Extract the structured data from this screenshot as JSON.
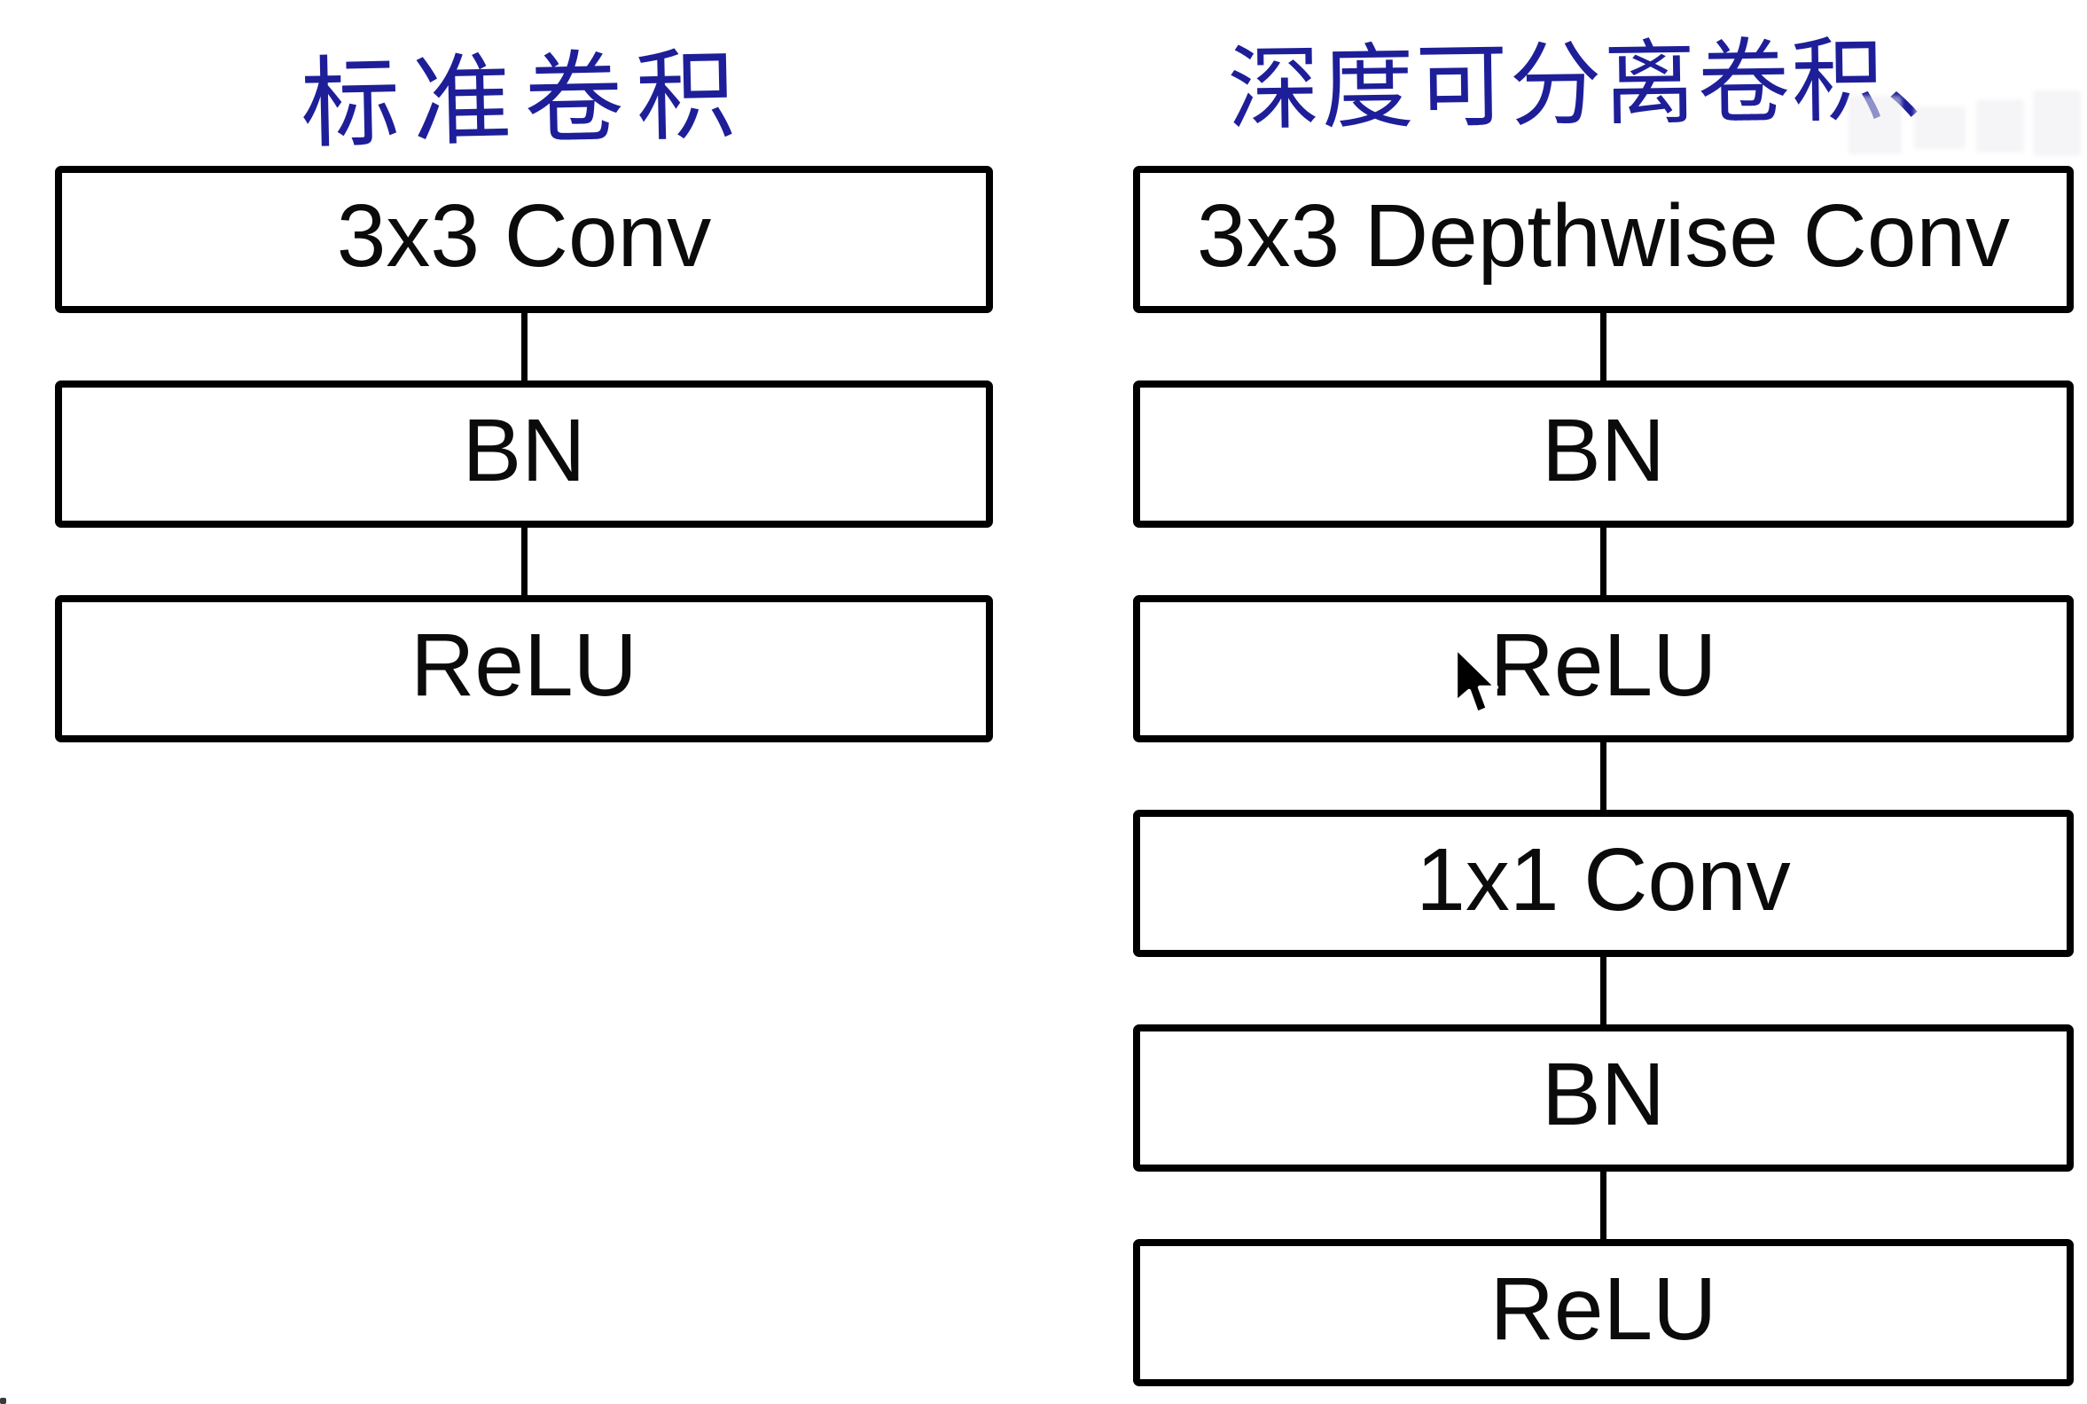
{
  "diagram": {
    "left_column": {
      "title": "标准卷积",
      "boxes": [
        "3x3 Conv",
        "BN",
        "ReLU"
      ]
    },
    "right_column": {
      "title": "深度可分离卷积、",
      "boxes": [
        "3x3 Depthwise Conv",
        "BN",
        "ReLU",
        "1x1 Conv",
        "BN",
        "ReLU"
      ]
    }
  },
  "colors": {
    "title_ink_blue": "#1e1e99",
    "box_border": "#000000",
    "box_text": "#0b0b0b",
    "background": "#ffffff"
  }
}
